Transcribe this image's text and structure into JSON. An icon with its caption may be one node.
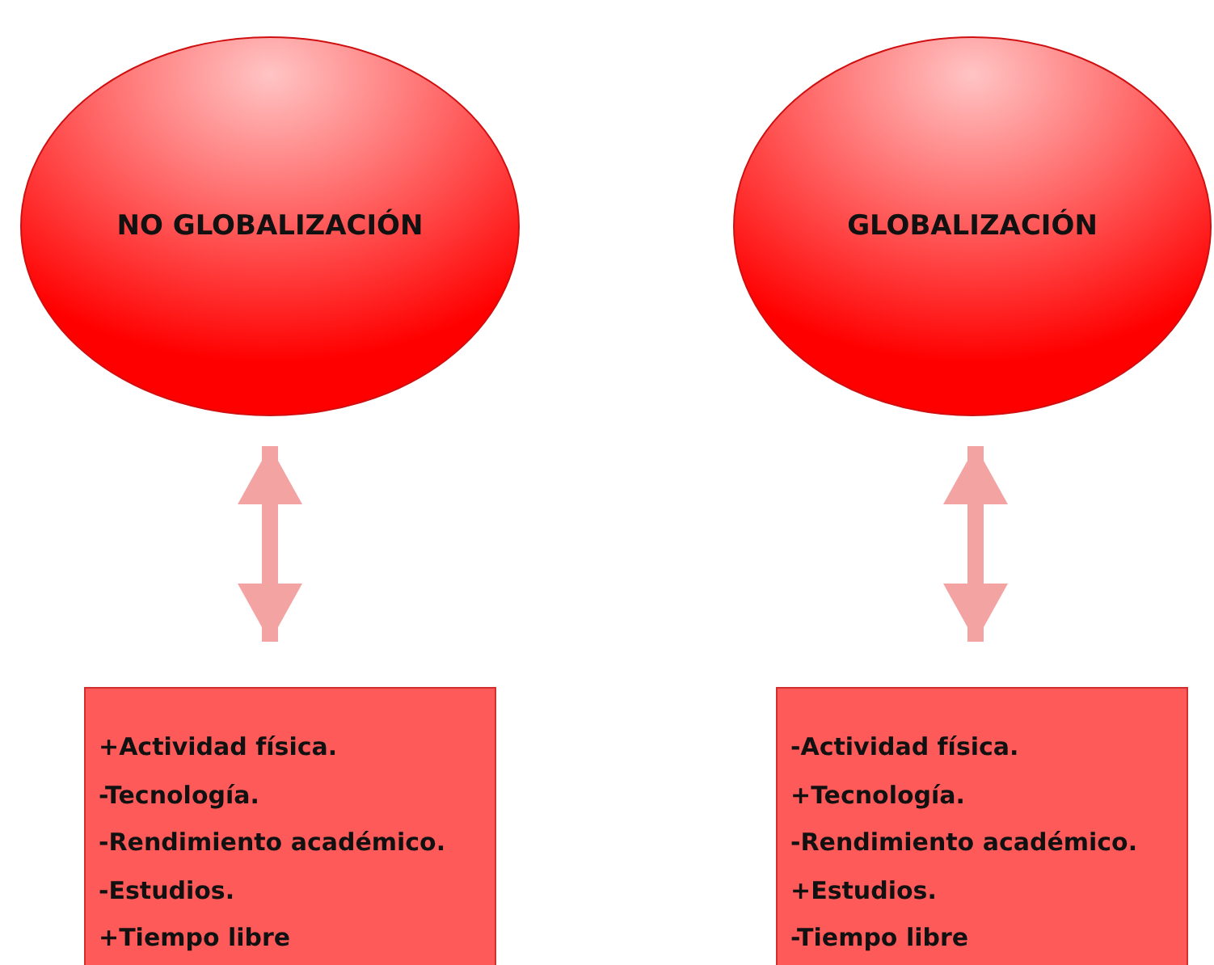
{
  "diagram": {
    "nodes": [
      {
        "text": [
          "NO GLOBALIZACIÓN"
        ]
      },
      {
        "text": [
          "GLOBALIZACIÓN"
        ]
      },
      {
        "text": [
          "+Actividad física.",
          "-Tecnología.",
          "-Rendimiento académico.",
          "-Estudios.",
          "+Tiempo libre"
        ]
      },
      {
        "text": [
          "-Actividad física.",
          "+Tecnología.",
          "-Rendimiento académico.",
          "+Estudios.",
          "-Tiempo libre"
        ]
      }
    ],
    "edges": [
      {
        "from": 0,
        "to": 2,
        "arrow": "both"
      },
      {
        "from": 1,
        "to": 3,
        "arrow": "both"
      }
    ]
  }
}
